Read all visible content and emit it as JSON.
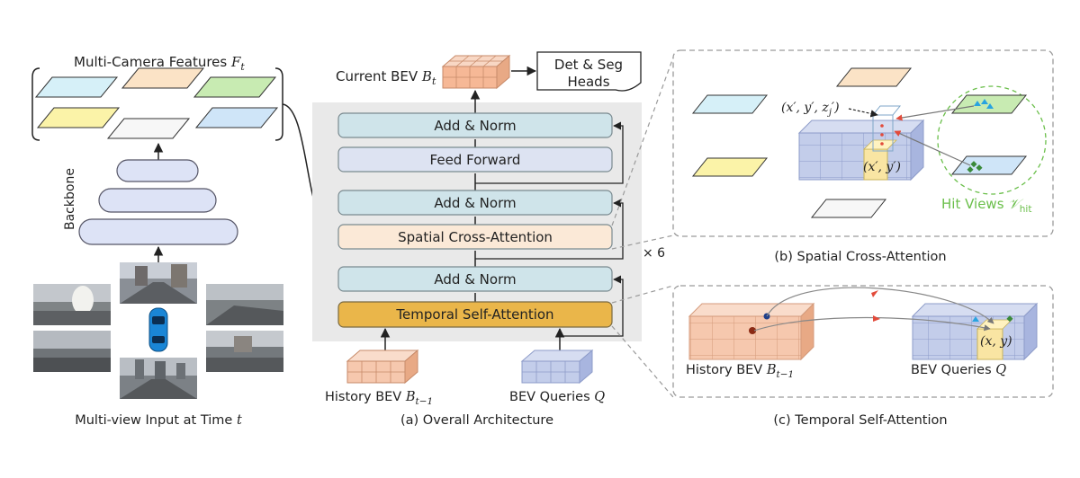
{
  "left_panel": {
    "features_label": "Multi-Camera Features ",
    "features_var": "F",
    "features_sub": "t",
    "backbone_label": "Backbone",
    "input_label": "Multi-view Input at Time ",
    "input_var": "t"
  },
  "center_panel": {
    "current_bev_label": "Current BEV ",
    "current_bev_var": "B",
    "current_bev_sub": "t",
    "heads_line1": "Det & Seg",
    "heads_line2": "Heads",
    "blocks": {
      "add_norm_top": "Add & Norm",
      "feed_forward": "Feed Forward",
      "add_norm_mid": "Add & Norm",
      "spatial_cross_attention": "Spatial Cross-Attention",
      "add_norm_low": "Add & Norm",
      "temporal_self_attention": "Temporal Self-Attention"
    },
    "repeat_label": "× 6",
    "history_bev_label": "History BEV ",
    "history_bev_var": "B",
    "history_bev_sub": "t−1",
    "bev_queries_label": "BEV Queries ",
    "bev_queries_var": "Q",
    "caption": "(a) Overall Architecture"
  },
  "spatial_panel": {
    "point_3d_label": "(x′, y′, z",
    "point_3d_sub": "j",
    "point_3d_end": "′)",
    "point_2d_label": "(x′, y′)",
    "hit_views_label": "Hit Views ",
    "hit_views_var": "𝒱",
    "hit_views_sub": "hit",
    "caption": "(b) Spatial Cross-Attention"
  },
  "temporal_panel": {
    "history_bev_label": "History BEV ",
    "history_bev_var": "B",
    "history_bev_sub": "t−1",
    "bev_queries_label": "BEV Queries ",
    "bev_queries_var": "Q",
    "point_label": "(x, y)",
    "caption": "(c) Temporal Self-Attention"
  },
  "colors": {
    "layer_blue": "#cfe4ea",
    "feed_forward": "#dde3f2",
    "cross_attention": "#fbe9d7",
    "temporal_attention": "#eab64a",
    "history_bev": "#f6c8ae",
    "bev_queries": "#c3cdea",
    "hit_views_green": "#6bbf4b"
  }
}
